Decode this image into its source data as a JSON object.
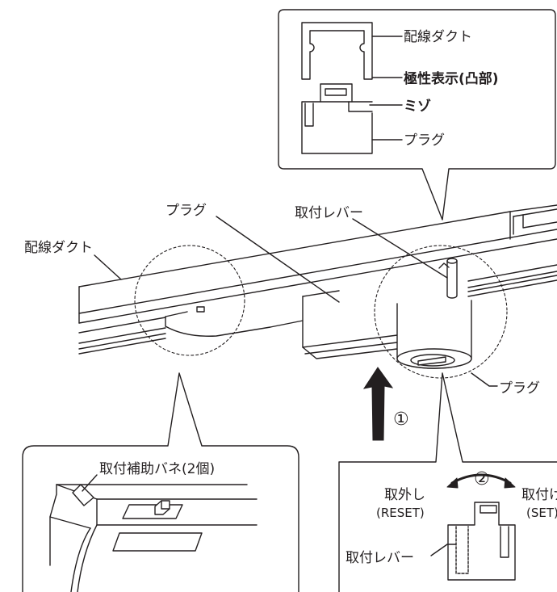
{
  "labels": {
    "callout_top": {
      "duct": "配線ダクト",
      "polarity": "極性表示(凸部)",
      "groove": "ミゾ",
      "plug": "プラグ"
    },
    "main": {
      "duct": "配線ダクト",
      "plug_body": "プラグ",
      "lever": "取付レバー",
      "plug_bottom": "プラグ",
      "step1": "①"
    },
    "callout_left": {
      "spring": "取付補助バネ(2個)"
    },
    "callout_right": {
      "step2": "②",
      "remove_jp": "取外し",
      "remove_en": "(RESET)",
      "attach_jp": "取付け",
      "attach_en": "(SET)",
      "lever": "取付レバー"
    }
  },
  "colors": {
    "line": "#231f20",
    "fill": "#ffffff"
  }
}
